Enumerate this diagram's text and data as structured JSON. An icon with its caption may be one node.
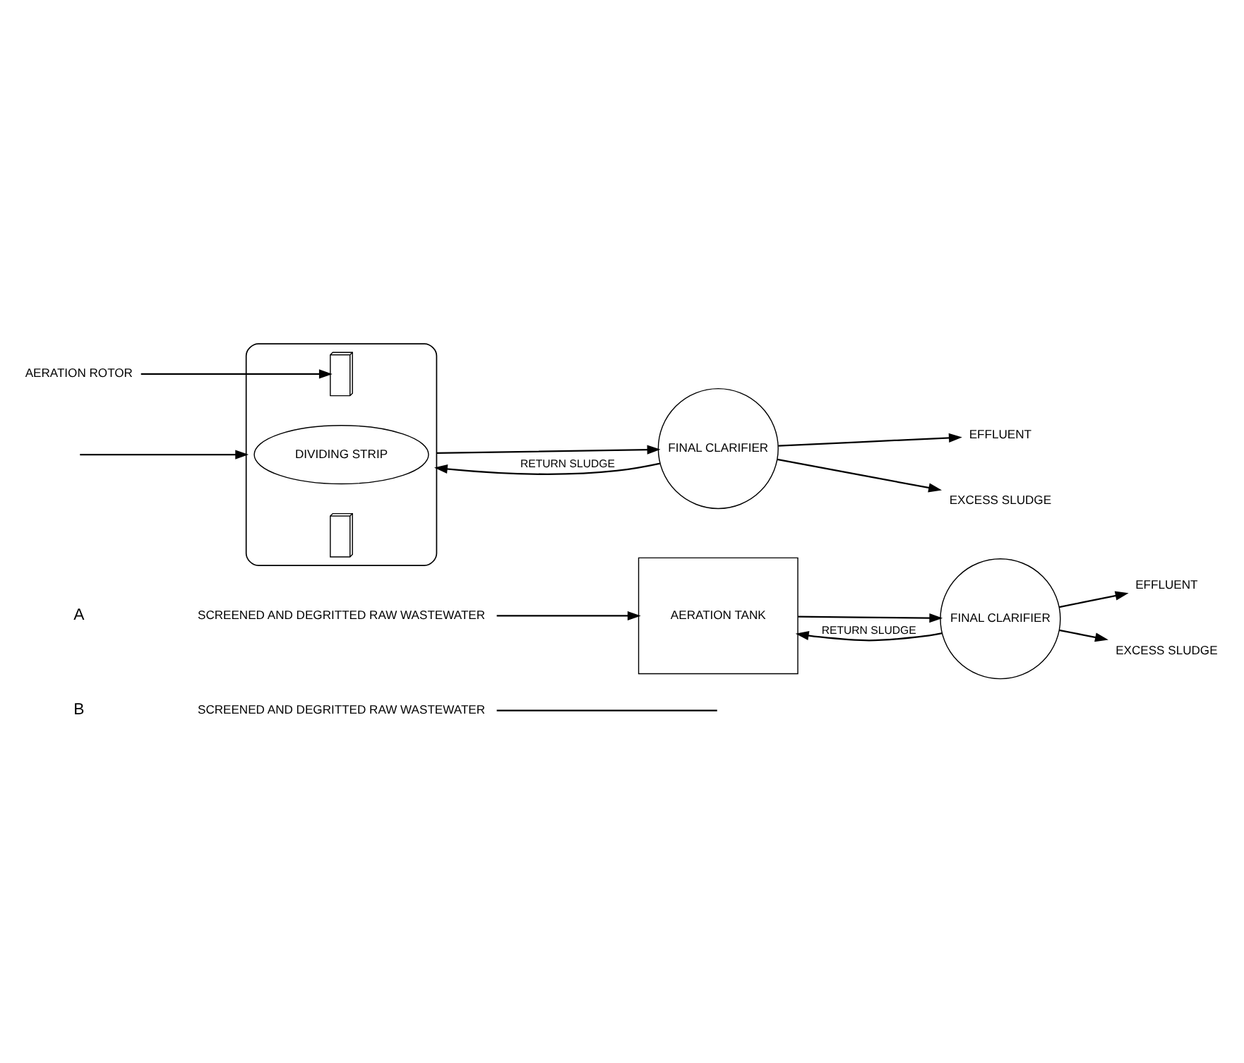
{
  "diagram": {
    "nodes": [
      {
        "text": [
          "SCREENED AND DEGRITTED RAW WASTEWATER"
        ]
      },
      {
        "text": [
          "AERATION TANK"
        ]
      },
      {
        "text": [
          "FINAL CLARIFIER"
        ]
      },
      {
        "text": [
          "EFFLUENT"
        ]
      },
      {
        "text": [
          "EXCESS SLUDGE"
        ]
      },
      {
        "text": [
          "SCREENED AND DEGRITTED RAW WASTEWATER"
        ]
      },
      {
        "text": [],
        "shape": "ellipse"
      },
      {
        "text": [
          "DIVIDING STRIP"
        ],
        "in": 6
      },
      {
        "text": [],
        "shape": "picture",
        "in": 6
      },
      {
        "text": [],
        "shape": "picture",
        "in": 6
      },
      {
        "text": [
          "AERATION ROTOR"
        ]
      },
      {
        "text": [
          "FINAL CLARIFIER"
        ]
      },
      {
        "text": [
          "EFFLUENT"
        ]
      },
      {
        "text": [
          "EXCESS SLUDGE"
        ]
      }
    ],
    "edges": [
      {
        "from": 0,
        "to": 1,
        "arrow": "to"
      },
      {
        "from": 1,
        "to": 2,
        "arrow": "to"
      },
      {
        "from": 2,
        "to": 3,
        "arrow": "to"
      },
      {
        "from": 2,
        "to": 1,
        "arrow": "to",
        "label": "RETURN SLUDGE"
      },
      {
        "from": 2,
        "to": 4,
        "arrow": "to"
      },
      {
        "from": 5,
        "to": null,
        "arrow": "none"
      },
      {
        "from": null,
        "to": 6,
        "arrow": "to"
      },
      {
        "from": 10,
        "to": 8,
        "arrow": "to"
      },
      {
        "from": 6,
        "to": 11,
        "arrow": "to"
      },
      {
        "from": 11,
        "to": 12,
        "arrow": "to"
      },
      {
        "from": 11,
        "to": 6,
        "arrow": "to",
        "label": "RETURN SLUDGE"
      },
      {
        "from": 11,
        "to": 13,
        "arrow": "to"
      }
    ],
    "labels": [
      "A",
      "B"
    ]
  }
}
